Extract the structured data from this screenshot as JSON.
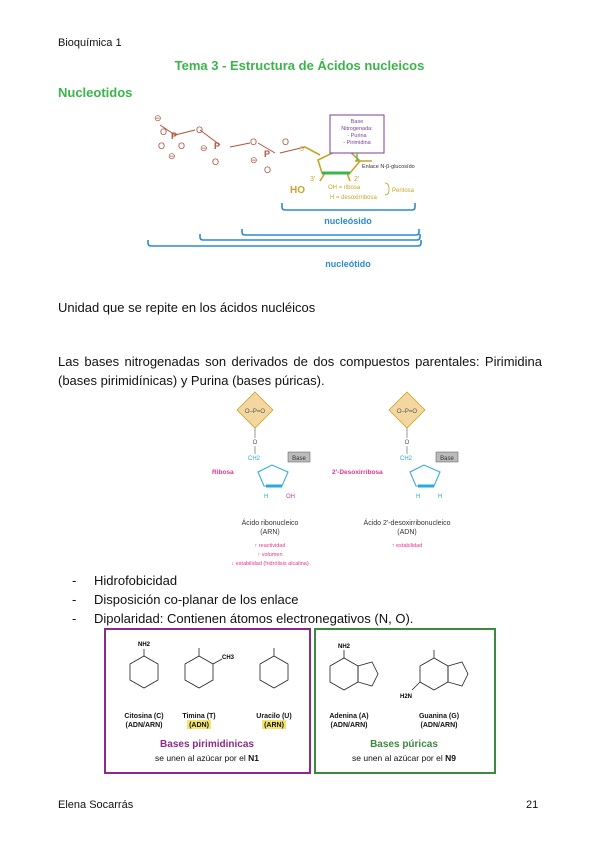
{
  "header": {
    "subject": "Bioquímica 1"
  },
  "title": "Tema 3 - Estructura de Ácidos nucleicos",
  "section_title": "Nucleotidos",
  "figure1": {
    "base_box": [
      "Base",
      "Nitrogenada:",
      "- Purina",
      "- Pirimidina"
    ],
    "bond_label": "Enlace N-β-glucosído",
    "carbon_5": "5'",
    "carbon_3": "3'",
    "carbon_2": "2'",
    "ho": "HO",
    "oh_label": "OH = ribosa",
    "h_label": "H = desoxirribosa",
    "pentosa": "Pentosa",
    "nucleoside": "nucleósido",
    "nucleotide": "nucleótido"
  },
  "paragraph1": "Unidad que se repite en los ácidos nucléicos",
  "paragraph2": "Las bases nitrogenadas son derivados de dos compuestos parentales: Pirimidina (bases pirimidínicas) y Purina (bases púricas).",
  "figure2": {
    "phosphate": "O–P=O",
    "o_label": "O",
    "ch2": "CH2",
    "base": "Base",
    "h": "H",
    "oh": "OH",
    "left_sugar_label": "Ribosa",
    "right_sugar_label": "2'-Desoxirribosa",
    "left_caption": [
      "Ácido ribonucleico",
      "(ARN)"
    ],
    "right_caption": [
      "Ácido 2'-desoxirribonucleico",
      "(ADN)"
    ],
    "left_props": [
      "↑ reactividad",
      "↑ volumen",
      "↓ estabilidad (hidrólisis alcalina)"
    ],
    "right_props": [
      "↑ estabilidad"
    ]
  },
  "bullets": [
    "Hidrofobicidad",
    "Disposición co-planar de los enlace",
    "Dipolaridad: Contienen átomos electronegativos (N, O)."
  ],
  "figure3": {
    "pyrimidines": [
      {
        "name": "Citosina (C)",
        "sub": "(ADN/ARN)"
      },
      {
        "name": "Timina (T)",
        "sub": "(ADN)"
      },
      {
        "name": "Uracilo (U)",
        "sub": "(ARN)"
      }
    ],
    "purines": [
      {
        "name": "Adenina (A)",
        "sub": "(ADN/ARN)"
      },
      {
        "name": "Guanina (G)",
        "sub": "(ADN/ARN)"
      }
    ],
    "pyr_title": "Bases pirimidinicas",
    "pyr_note": "se unen al azúcar por el",
    "pyr_note_n": "N1",
    "pur_title": "Bases púricas",
    "pur_note": "se unen al azúcar por el",
    "pur_note_n": "N9",
    "nh2": "NH2",
    "ch3": "CH3",
    "h2n": "H2N",
    "colors": {
      "pyr": "#8b2a8b",
      "pur": "#3c8a3c",
      "highlight": "#f3e46a"
    }
  },
  "footer": {
    "author": "Elena Socarrás",
    "page": "21"
  }
}
